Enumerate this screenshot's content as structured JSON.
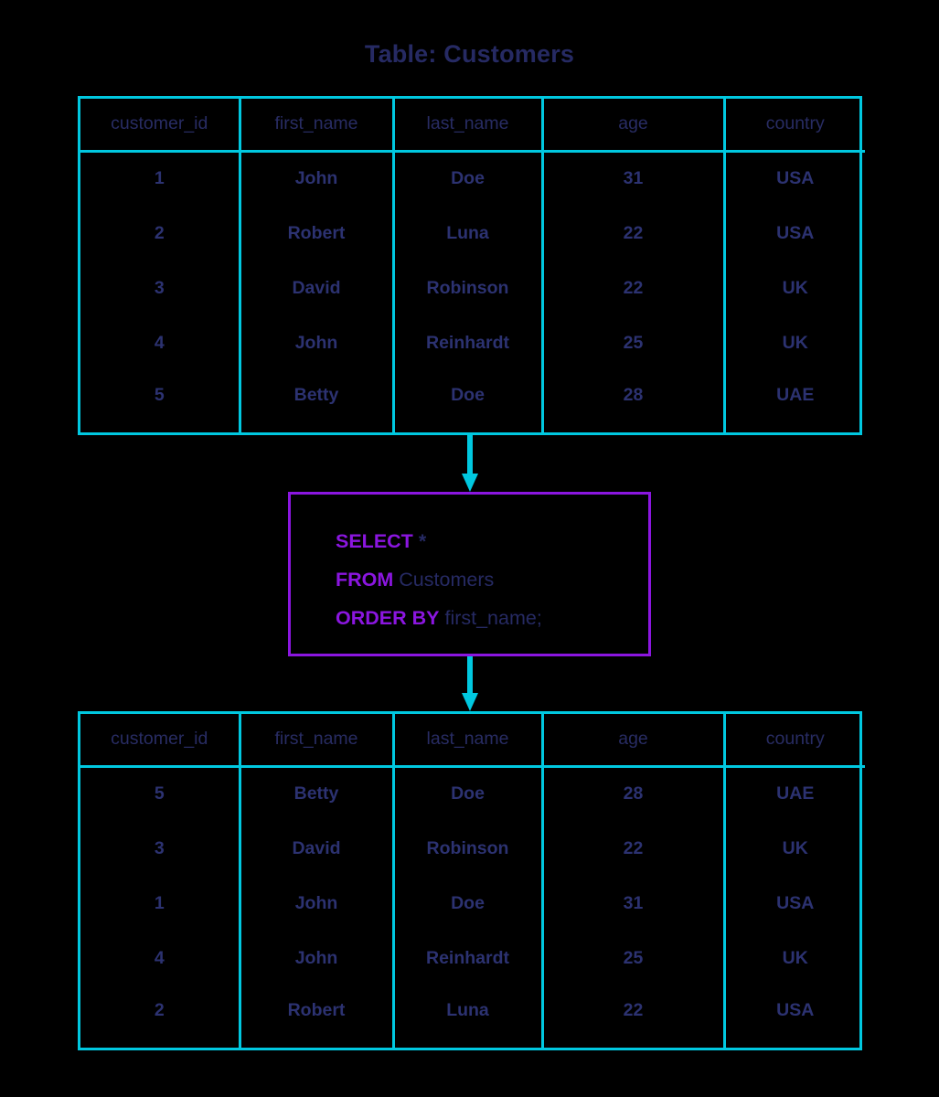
{
  "title": "Table: Customers",
  "colors": {
    "background": "#000000",
    "table_border": "#00c8e0",
    "arrow": "#00c8e0",
    "query_border": "#8b16e0",
    "keyword": "#8b16e0",
    "header_text": "#262a63",
    "body_text": "#2c3271"
  },
  "columns": [
    "customer_id",
    "first_name",
    "last_name",
    "age",
    "country"
  ],
  "source_table": {
    "rows": [
      [
        "1",
        "John",
        "Doe",
        "31",
        "USA"
      ],
      [
        "2",
        "Robert",
        "Luna",
        "22",
        "USA"
      ],
      [
        "3",
        "David",
        "Robinson",
        "22",
        "UK"
      ],
      [
        "4",
        "John",
        "Reinhardt",
        "25",
        "UK"
      ],
      [
        "5",
        "Betty",
        "Doe",
        "28",
        "UAE"
      ]
    ]
  },
  "result_table": {
    "rows": [
      [
        "5",
        "Betty",
        "Doe",
        "28",
        "UAE"
      ],
      [
        "3",
        "David",
        "Robinson",
        "22",
        "UK"
      ],
      [
        "1",
        "John",
        "Doe",
        "31",
        "USA"
      ],
      [
        "4",
        "John",
        "Reinhardt",
        "25",
        "UK"
      ],
      [
        "2",
        "Robert",
        "Luna",
        "22",
        "USA"
      ]
    ]
  },
  "query": {
    "lines": [
      {
        "keyword": "SELECT",
        "operand": "*",
        "operand_bold": true
      },
      {
        "keyword": "FROM",
        "operand": "Customers",
        "operand_bold": false
      },
      {
        "keyword": "ORDER BY",
        "operand": "first_name;",
        "operand_bold": false
      }
    ]
  },
  "arrows": {
    "top": "arrow-down-icon",
    "bottom": "arrow-down-icon"
  }
}
